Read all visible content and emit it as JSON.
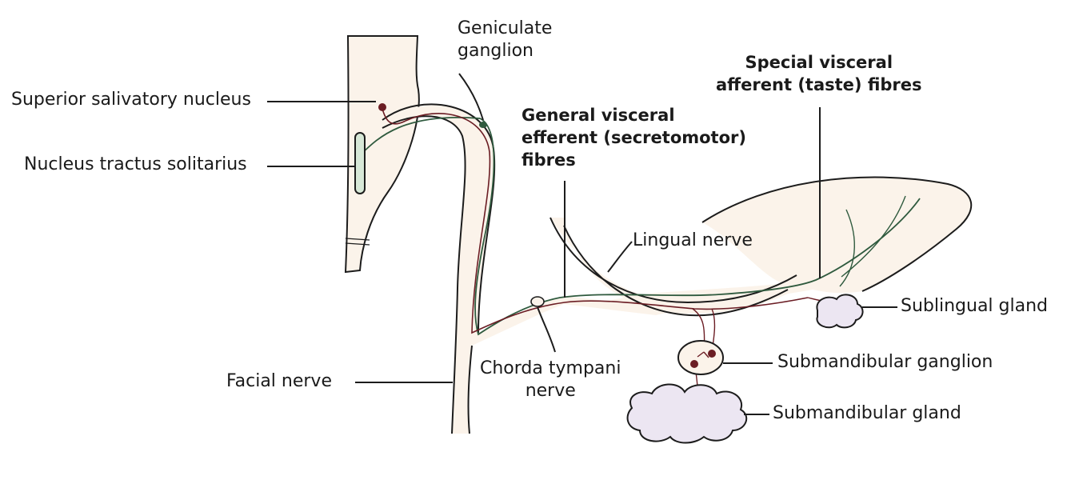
{
  "labels": {
    "geniculate_ganglion": "Geniculate\nganglion",
    "superior_salivatory_nucleus": "Superior salivatory nucleus",
    "nucleus_tractus_solitarius": "Nucleus tractus solitarius",
    "general_visceral_efferent": "General visceral\nefferent (secretomotor)\nfibres",
    "special_visceral_afferent": "Special visceral\nafferent (taste) fibres",
    "lingual_nerve": "Lingual nerve",
    "sublingual_gland": "Sublingual gland",
    "submandibular_ganglion": "Submandibular ganglion",
    "submandibular_gland": "Submandibular gland",
    "facial_nerve": "Facial nerve",
    "chorda_tympani_nerve": "Chorda tympani\nnerve"
  },
  "colors": {
    "structure_fill": "#fbf3ea",
    "outline": "#1c1c1c",
    "afferent_fibre": "#2f5a3e",
    "efferent_fibre": "#6b1d24",
    "nucleus_fill": "#d7e8d7",
    "gland_fill": "#ece6f2"
  }
}
